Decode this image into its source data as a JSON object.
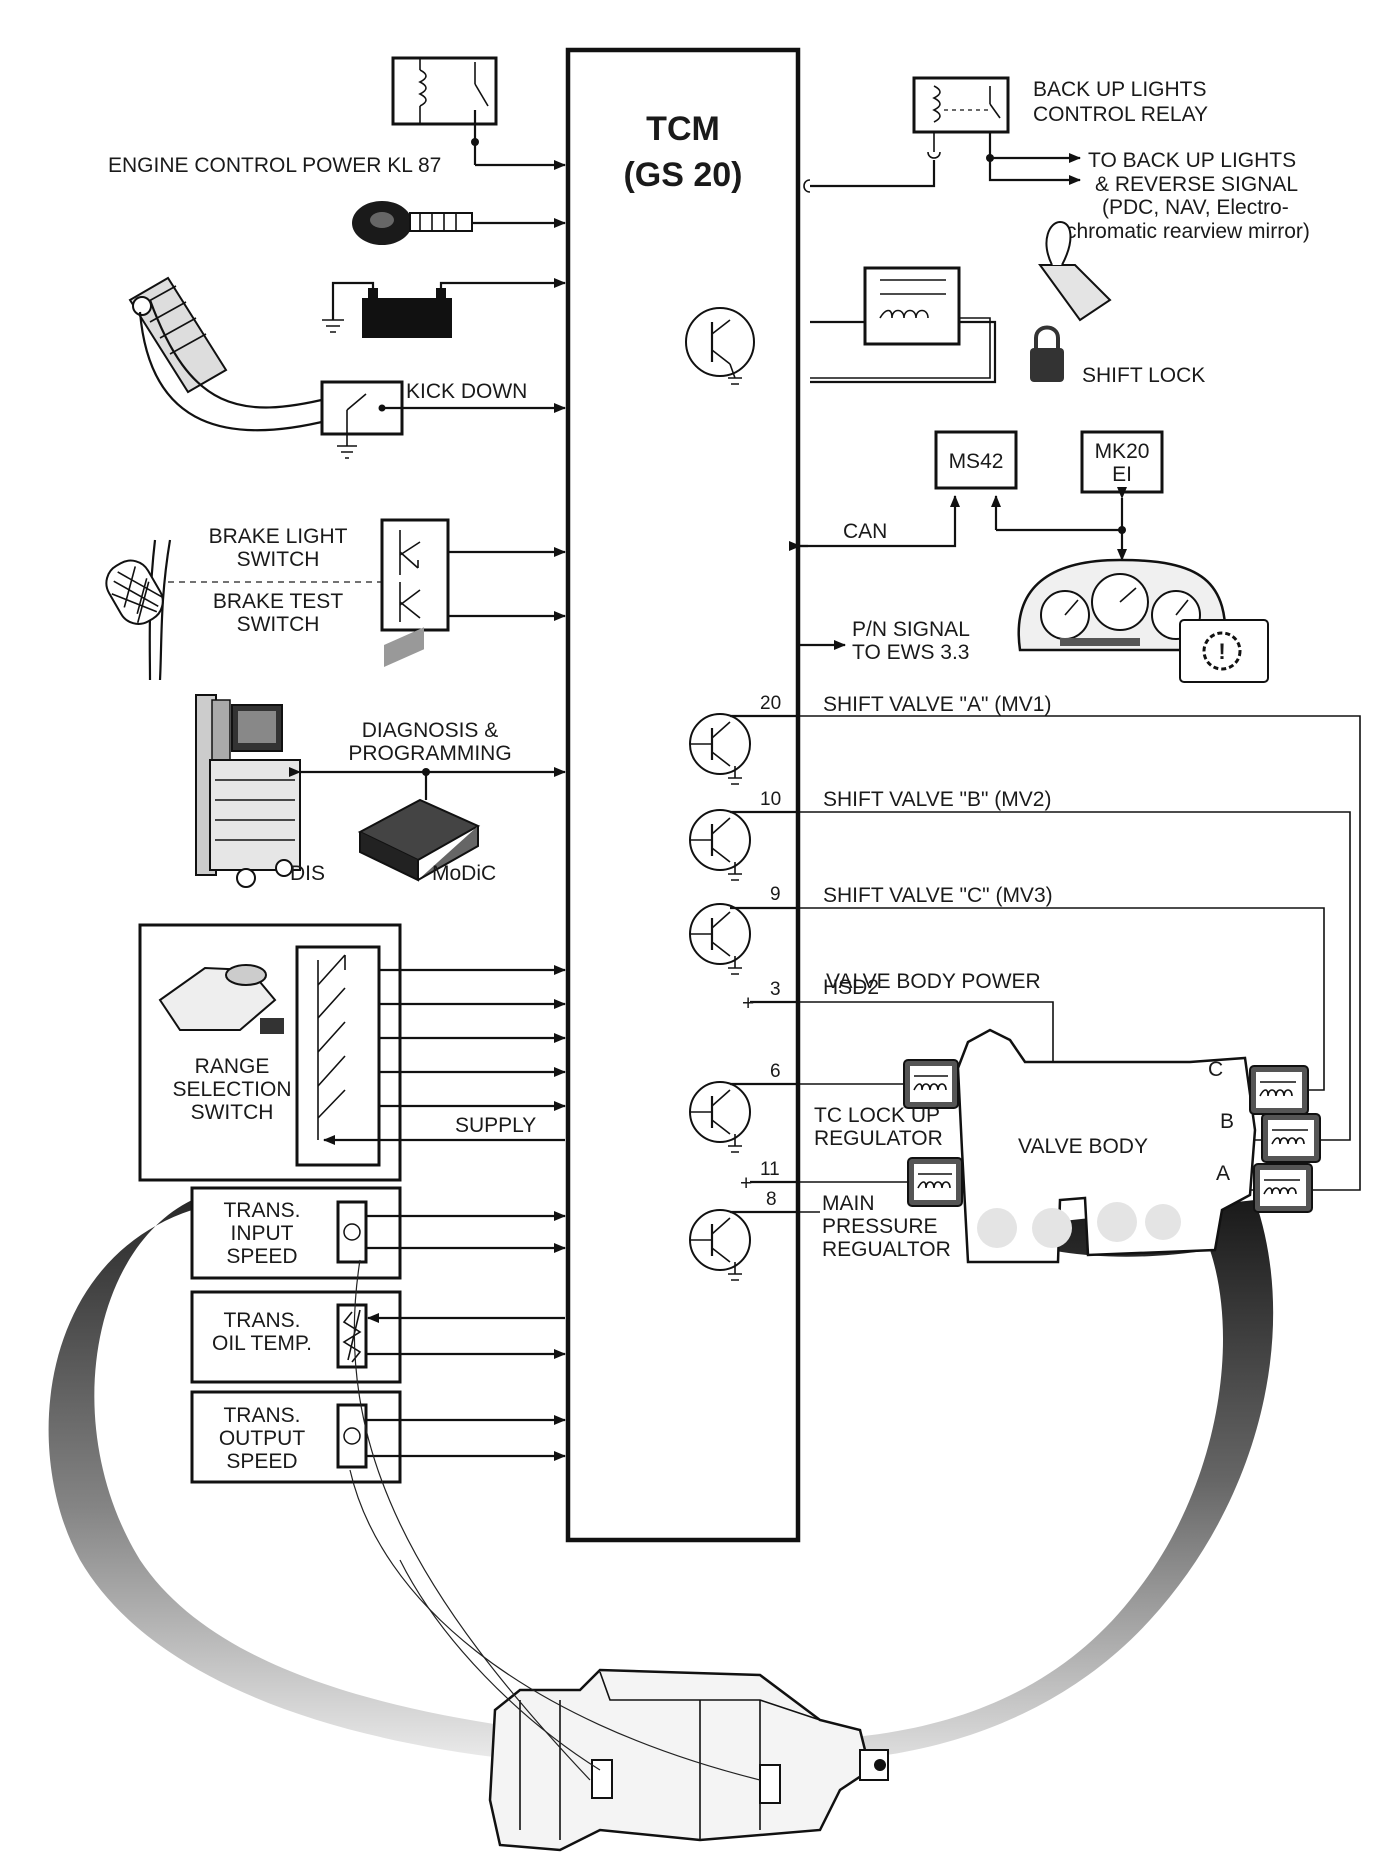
{
  "tcm": {
    "line1": "TCM",
    "line2": "(GS 20)"
  },
  "inputs": {
    "engine_power": "ENGINE CONTROL POWER KL 87",
    "kick_down": "KICK DOWN",
    "brake_light": [
      "BRAKE LIGHT",
      "SWITCH"
    ],
    "brake_test": [
      "BRAKE TEST",
      "SWITCH"
    ],
    "diagnosis": [
      "DIAGNOSIS &",
      "PROGRAMMING"
    ],
    "dis": "DIS",
    "modic": "MoDiC",
    "range_switch": [
      "RANGE",
      "SELECTION",
      "SWITCH"
    ],
    "supply": "SUPPLY",
    "input_speed": [
      "TRANS.",
      "INPUT",
      "SPEED"
    ],
    "oil_temp": [
      "TRANS.",
      "OIL TEMP."
    ],
    "output_speed": [
      "TRANS.",
      "OUTPUT",
      "SPEED"
    ]
  },
  "outputs": {
    "backup_relay": [
      "BACK UP LIGHTS",
      "CONTROL RELAY"
    ],
    "backup_to": [
      "TO BACK UP LIGHTS",
      "& REVERSE SIGNAL",
      "(PDC, NAV, Electro-",
      "chromatic rearview mirror)"
    ],
    "shift_lock": "SHIFT LOCK",
    "ms42": "MS42",
    "mk20": [
      "MK20",
      "EI"
    ],
    "can": "CAN",
    "pn_signal": [
      "P/N SIGNAL",
      "TO EWS 3.3"
    ],
    "shift_a": "SHIFT VALVE \"A\" (MV1)",
    "shift_b": "SHIFT VALVE \"B\" (MV2)",
    "shift_c": "SHIFT VALVE \"C\" (MV3)",
    "valve_body_power": "VALVE BODY POWER",
    "hsd2": "HSD2",
    "tc_lockup": [
      "TC LOCK UP",
      "REGULATOR"
    ],
    "main_pressure": [
      "MAIN",
      "PRESSURE",
      "REGUALTOR"
    ],
    "valve_body": "VALVE BODY",
    "solenoid_c": "C",
    "solenoid_b": "B",
    "solenoid_a": "A"
  },
  "pins": {
    "p20": "20",
    "p10": "10",
    "p9": "9",
    "p3": "3",
    "p6": "6",
    "p11": "11",
    "p8": "8",
    "plus": "+"
  }
}
